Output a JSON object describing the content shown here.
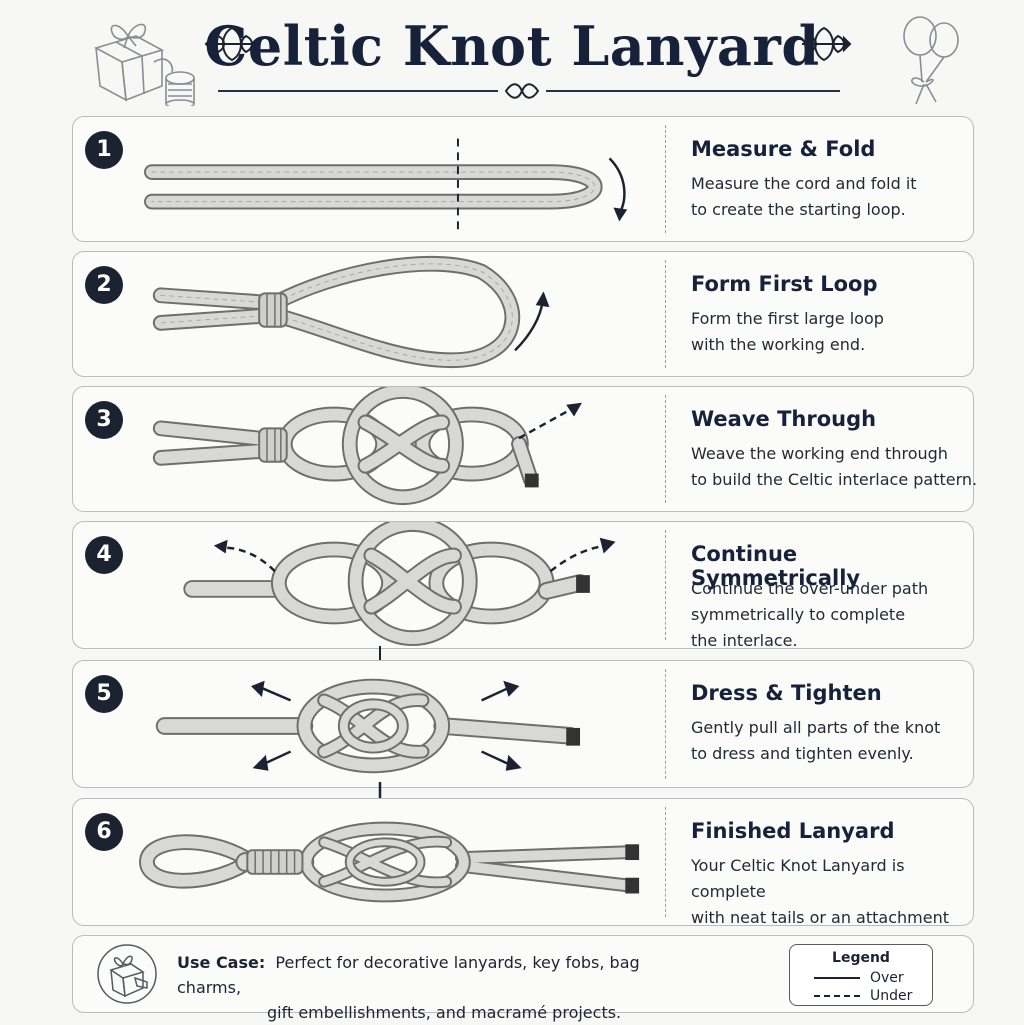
{
  "title": "Celtic Knot Lanyard",
  "steps": [
    {
      "number": "1",
      "title": "Measure & Fold",
      "desc_lines": [
        "Measure the cord and fold it",
        "to create the starting loop."
      ]
    },
    {
      "number": "2",
      "title": "Form First Loop",
      "desc_lines": [
        "Form the first large loop",
        "with the working end."
      ]
    },
    {
      "number": "3",
      "title": "Weave Through",
      "desc_lines": [
        "Weave the working end through",
        "to build the Celtic interlace pattern."
      ]
    },
    {
      "number": "4",
      "title": "Continue Symmetrically",
      "desc_lines": [
        "Continue the over-under path",
        "symmetrically to complete",
        "the interlace."
      ]
    },
    {
      "number": "5",
      "title": "Dress & Tighten",
      "desc_lines": [
        "Gently pull all parts of the knot",
        "to dress and tighten evenly."
      ]
    },
    {
      "number": "6",
      "title": "Finished Lanyard",
      "desc_lines": [
        "Your Celtic Knot Lanyard is complete",
        "with neat tails or an attachment loop."
      ]
    }
  ],
  "use_case": {
    "label": "Use Case:",
    "line1": "Perfect for decorative lanyards, key fobs, bag charms,",
    "line2": "gift embellishments, and macramé projects."
  },
  "legend": {
    "title": "Legend",
    "over": "Over",
    "under": "Under"
  },
  "colors": {
    "cord_fill": "#d8d8d6",
    "cord_edge": "#6e6e6e",
    "ink": "#1b2230"
  }
}
